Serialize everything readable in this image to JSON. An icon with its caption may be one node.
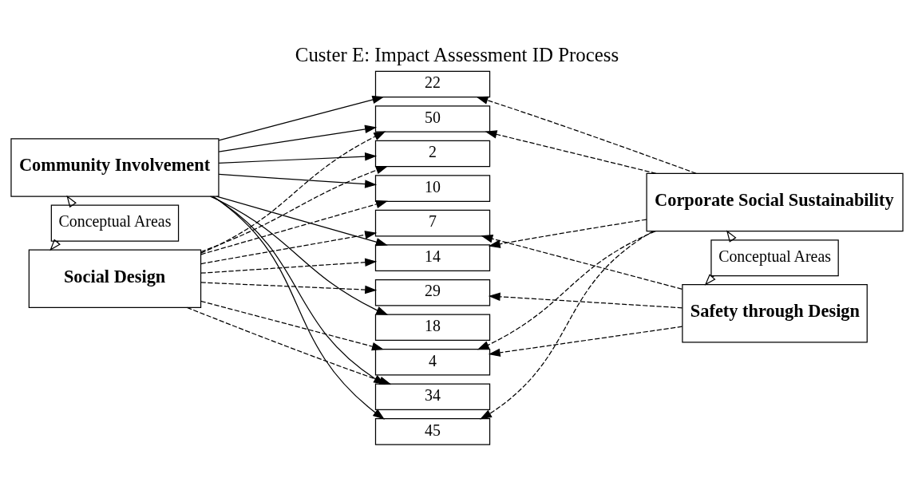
{
  "diagram": {
    "title": "Custer E: Impact Assessment ID Process",
    "nodes": [
      {
        "text": [
          "Community Involvement"
        ]
      },
      {
        "text": [
          "Corporate Social Sustainability"
        ]
      },
      {
        "text": [
          "22"
        ]
      },
      {
        "text": [
          "50"
        ]
      },
      {
        "text": [
          "2"
        ]
      },
      {
        "text": [
          "10"
        ]
      },
      {
        "text": [
          "7"
        ]
      },
      {
        "text": [
          "14"
        ]
      },
      {
        "text": [
          "29"
        ]
      },
      {
        "text": [
          "18"
        ]
      },
      {
        "text": [
          "4"
        ]
      },
      {
        "text": [
          "34"
        ]
      },
      {
        "text": [
          "45"
        ]
      },
      {
        "text": [
          "Conceptual Areas"
        ]
      },
      {
        "text": [
          "Conceptual Areas"
        ]
      },
      {
        "text": [
          "Social Design"
        ]
      },
      {
        "text": [
          "Safety through Design"
        ]
      }
    ],
    "edges": [
      {
        "from": 0,
        "to": 2,
        "arrow": "to"
      },
      {
        "from": 0,
        "to": 3,
        "arrow": "to"
      },
      {
        "from": 0,
        "to": 4,
        "arrow": "to"
      },
      {
        "from": 0,
        "to": 5,
        "arrow": "to"
      },
      {
        "from": 0,
        "to": 7,
        "arrow": "to"
      },
      {
        "from": 0,
        "to": 9,
        "arrow": "to"
      },
      {
        "from": 0,
        "to": 11,
        "arrow": "to"
      },
      {
        "from": 0,
        "to": 12,
        "arrow": "to"
      },
      {
        "from": 1,
        "to": 2,
        "arrow": "to",
        "style": "dashed"
      },
      {
        "from": 1,
        "to": 3,
        "arrow": "to",
        "style": "dashed"
      },
      {
        "from": 1,
        "to": 7,
        "arrow": "to",
        "style": "dashed"
      },
      {
        "from": 1,
        "to": 10,
        "arrow": "to",
        "style": "dashed"
      },
      {
        "from": 1,
        "to": 12,
        "arrow": "to",
        "style": "dashed"
      },
      {
        "from": 15,
        "to": 3,
        "arrow": "to",
        "style": "dashed"
      },
      {
        "from": 15,
        "to": 4,
        "arrow": "to",
        "style": "dashed"
      },
      {
        "from": 15,
        "to": 5,
        "arrow": "to",
        "style": "dashed"
      },
      {
        "from": 15,
        "to": 6,
        "arrow": "to",
        "style": "dashed"
      },
      {
        "from": 15,
        "to": 7,
        "arrow": "to",
        "style": "dashed"
      },
      {
        "from": 15,
        "to": 8,
        "arrow": "to",
        "style": "dashed"
      },
      {
        "from": 15,
        "to": 10,
        "arrow": "to",
        "style": "dashed"
      },
      {
        "from": 15,
        "to": 11,
        "arrow": "to",
        "style": "dashed"
      },
      {
        "from": 16,
        "to": 6,
        "arrow": "to",
        "style": "dashed"
      },
      {
        "from": 16,
        "to": 8,
        "arrow": "to",
        "style": "dashed"
      },
      {
        "from": 16,
        "to": 10,
        "arrow": "to",
        "style": "dashed"
      },
      {
        "from": 13,
        "to": 0,
        "arrow": "to"
      },
      {
        "from": 13,
        "to": 15,
        "arrow": "to"
      },
      {
        "from": 14,
        "to": 1,
        "arrow": "to"
      },
      {
        "from": 14,
        "to": 16,
        "arrow": "to"
      }
    ]
  }
}
